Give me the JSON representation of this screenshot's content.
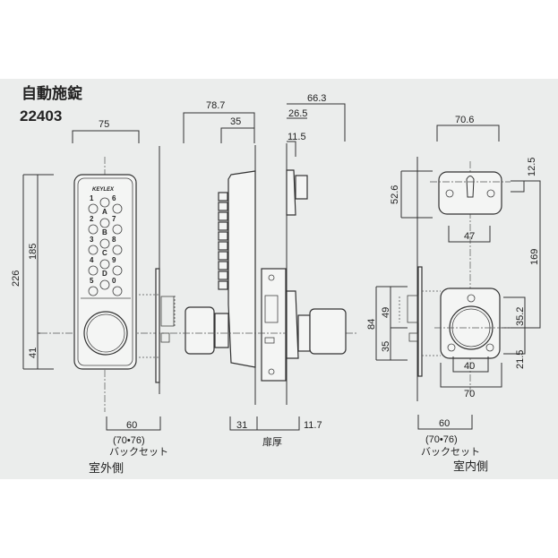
{
  "title": {
    "line1": "自動施錠",
    "model": "22403"
  },
  "outside_view": {
    "brand": "KEYLEX",
    "keys": {
      "left": [
        "1",
        "2",
        "3",
        "4",
        "5"
      ],
      "middle": [
        "A",
        "B",
        "C",
        "D"
      ],
      "right": [
        "6",
        "7",
        "8",
        "9",
        "0"
      ]
    },
    "dims": {
      "width": "75",
      "total_height": "226",
      "upper_height": "185",
      "lower_height": "41",
      "backset": "60",
      "backset_alt": "(70•76)",
      "backset_label": "バックセット"
    },
    "side_label": "室外側"
  },
  "side_view": {
    "dims": {
      "outside_depth": "78.7",
      "outside_knob": "35",
      "inside_depth": "66.3",
      "inside_knob": "26.5",
      "inside_plate": "11.5",
      "bottom_left": "31",
      "bottom_right": "11.7"
    },
    "door_thickness_label": "扉厚"
  },
  "inside_view": {
    "dims": {
      "width_top": "70.6",
      "upper_plate_height": "52.6",
      "upper_inner_width": "47",
      "offset_top": "12.5",
      "center_distance": "169",
      "upper_half": "35.2",
      "lower_half": "21.5",
      "plate_height": "84",
      "plate_upper": "49",
      "plate_lower": "35",
      "knob_width": "40",
      "plate_width": "70",
      "backset": "60",
      "backset_alt": "(70•76)",
      "backset_label": "バックセット"
    },
    "side_label": "室内側"
  }
}
